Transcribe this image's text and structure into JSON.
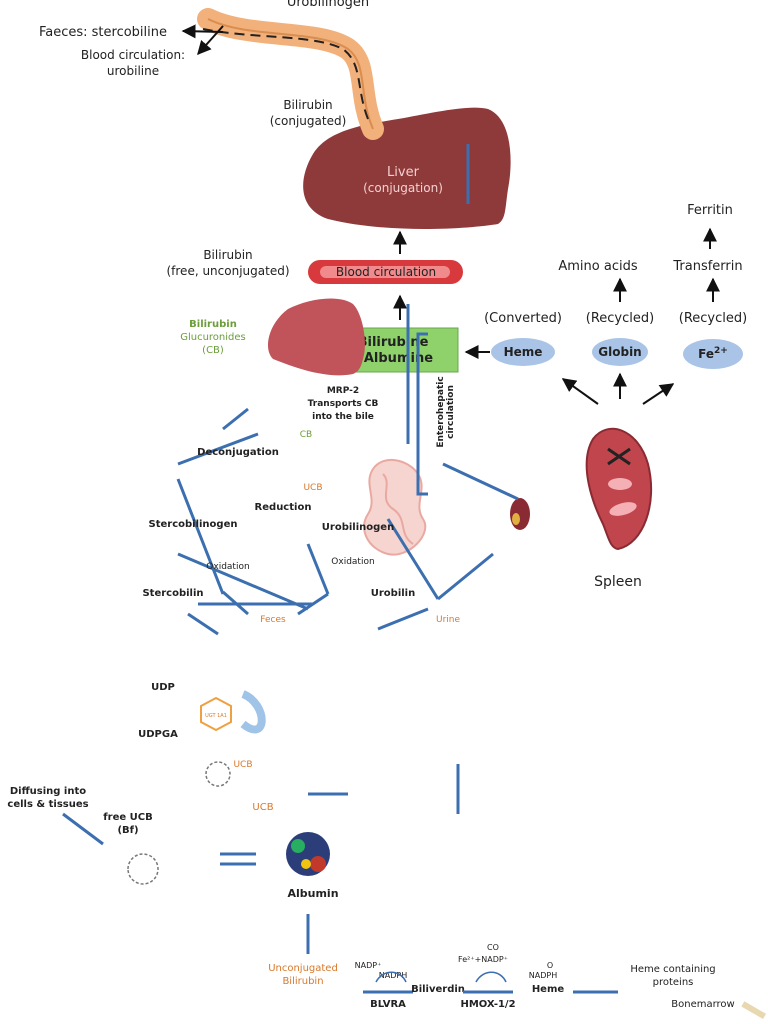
{
  "colors": {
    "line_blue": "#3c6fb0",
    "orange_text": "#d9782a",
    "green_text": "#6b9e3a",
    "liver": "#8f3a3a",
    "gut": "#f2b07a",
    "blood": "#d8393c",
    "albumin_box": "#8fd16b",
    "ellipse_blue": "#a9c4e6"
  },
  "top": {
    "urobilinogen": "Urobilinogen",
    "faeces": "Faeces: stercobiline",
    "blood_circ_1": "Blood circulation:",
    "blood_circ_2": "urobiline",
    "bilirubin_conj_1": "Bilirubin",
    "bilirubin_conj_2": "(conjugated)",
    "liver_1": "Liver",
    "liver_2": "(conjugation)",
    "bilirubin_free_1": "Bilirubin",
    "bilirubin_free_2": "(free, unconjugated)",
    "blood_circulation": "Blood circulation",
    "bilirubine_albumine_1": "Bilirubine",
    "bilirubine_albumine_2": "+Albumine",
    "heme": "Heme",
    "globin": "Globin",
    "fe": "Fe",
    "fe_sup": "2+",
    "converted": "(Converted)",
    "recycled_1": "(Recycled)",
    "recycled_2": "(Recycled)",
    "amino_acids": "Amino acids",
    "transferrin": "Transferrin",
    "ferritin": "Ferritin",
    "spleen": "Spleen"
  },
  "middle": {
    "feces": "Feces",
    "urine": "Urine",
    "urobilin": "Urobilin",
    "stercobilin": "Stercobilin",
    "oxidation_1": "Oxidation",
    "oxidation_2": "Oxidation",
    "urobilinogen": "Urobilinogen",
    "stercobilinogen": "Stercobilinogen",
    "reduction": "Reduction",
    "ucb": "UCB",
    "deconjugation": "Deconjugation",
    "cb": "CB",
    "mrp2_1": "MRP-2",
    "mrp2_2": "Transports CB",
    "mrp2_3": "into the bile",
    "entero_1": "Enterohepatic",
    "entero_2": "circulation",
    "bilirubin_gluc_1": "Bilirubin",
    "bilirubin_gluc_2": "Glucuronides",
    "bilirubin_gluc_3": "(CB)",
    "udp": "UDP",
    "udpga": "UDPGA",
    "ugt": "UGT 1A1",
    "ucb_liver": "UCB",
    "ucb_albumin": "UCB",
    "albumin": "Albumin",
    "free_ucb_1": "free UCB",
    "free_ucb_2": "(Bf)",
    "diffusing_1": "Diffusing into",
    "diffusing_2": "cells & tissues"
  },
  "bottom": {
    "bonemarrow": "Bonemarrow",
    "heme_containing_1": "Heme containing",
    "heme_containing_2": "proteins",
    "heme": "Heme",
    "hmox": "HMOX-1/2",
    "biliverdin": "Biliverdin",
    "blvra": "BLVRA",
    "unconj_1": "Unconjugated",
    "unconj_2": "Bilirubin",
    "o2": "O",
    "nadph_1": "NADPH",
    "co": "CO",
    "fe_nadp": "Fe²⁺+NADP⁺",
    "nadph_2": "NADPH",
    "nadp": "NADP⁺"
  }
}
